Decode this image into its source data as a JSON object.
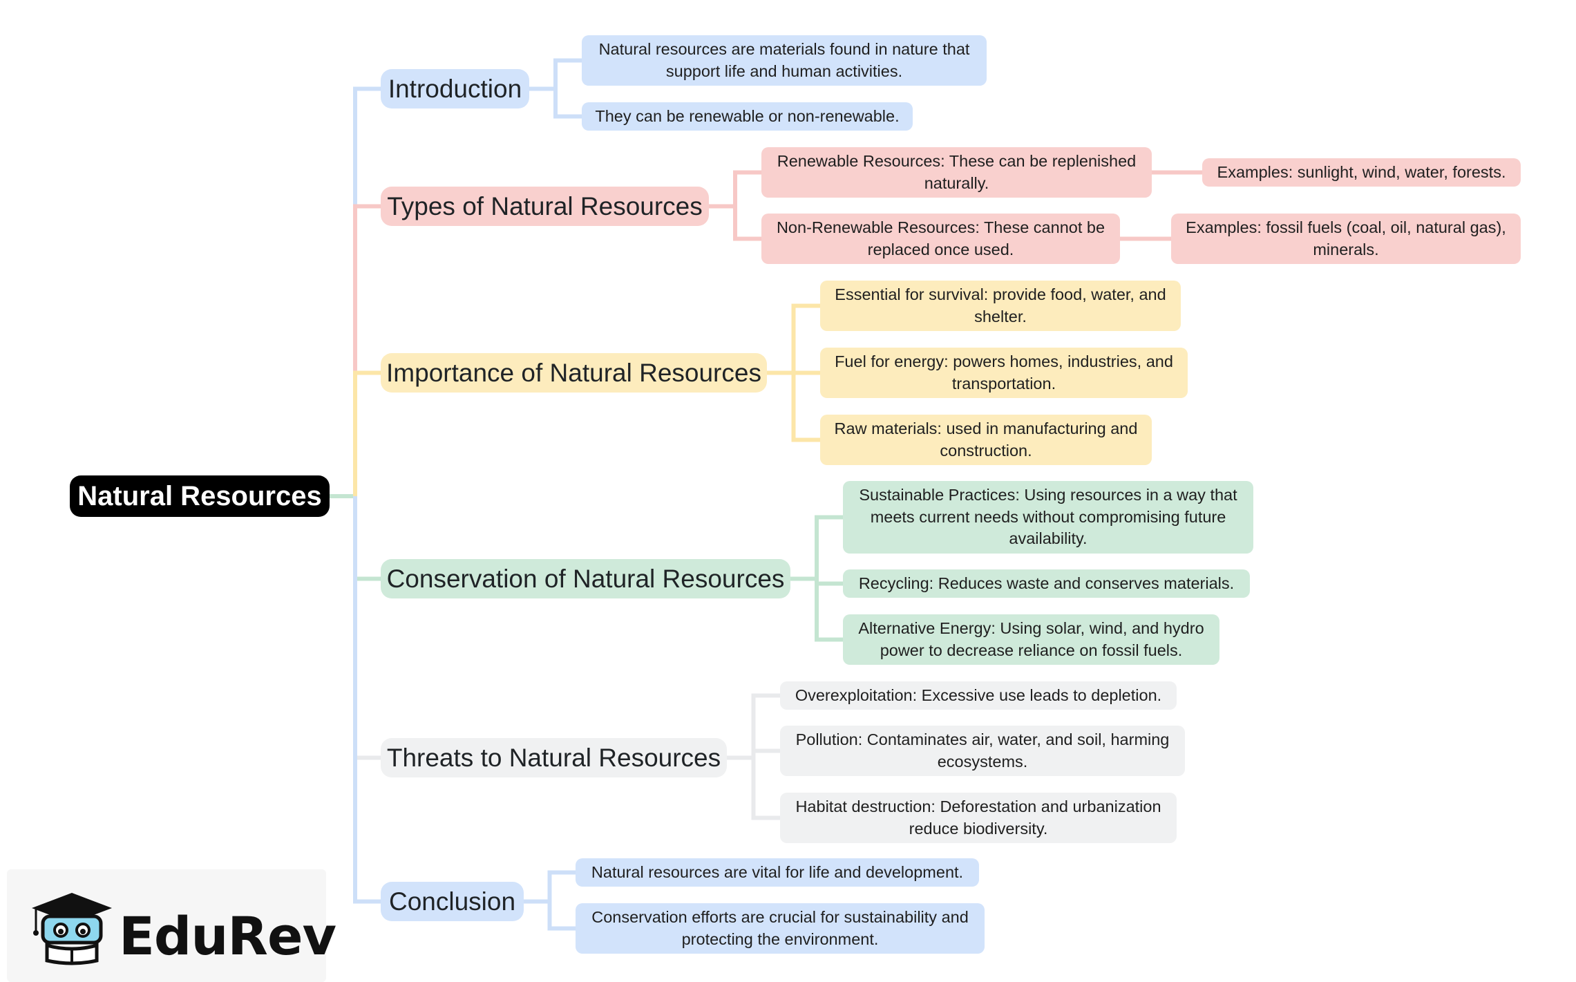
{
  "root": "Natural Resources",
  "topics": [
    {
      "id": "intro",
      "label": "Introduction",
      "color": "#cddff8",
      "items": [
        {
          "text": "Natural resources are materials found in nature that support life and human activities."
        },
        {
          "text": "They can be renewable or non-renewable."
        }
      ]
    },
    {
      "id": "types",
      "label": "Types of Natural Resources",
      "color": "#f7c8c6",
      "items": [
        {
          "text": "Renewable Resources: These can be replenished naturally.",
          "children": [
            {
              "text": "Examples: sunlight, wind, water, forests."
            }
          ]
        },
        {
          "text": "Non-Renewable Resources: These cannot be replaced once used.",
          "children": [
            {
              "text": "Examples: fossil fuels (coal, oil, natural gas), minerals."
            }
          ]
        }
      ]
    },
    {
      "id": "importance",
      "label": "Importance of Natural Resources",
      "color": "#fce6a8",
      "items": [
        {
          "text": "Essential for survival: provide food, water, and shelter."
        },
        {
          "text": "Fuel for energy: powers homes, industries, and transportation."
        },
        {
          "text": "Raw materials: used in manufacturing and construction."
        }
      ]
    },
    {
      "id": "conservation",
      "label": "Conservation of Natural Resources",
      "color": "#c4e5d1",
      "items": [
        {
          "text": "Sustainable Practices: Using resources in a way that meets current needs without compromising future availability."
        },
        {
          "text": "Recycling: Reduces waste and conserves materials."
        },
        {
          "text": "Alternative Energy: Using solar, wind, and hydro power to decrease reliance on fossil fuels."
        }
      ]
    },
    {
      "id": "threats",
      "label": "Threats to Natural Resources",
      "color": "#e9eaec",
      "items": [
        {
          "text": "Overexploitation: Excessive use leads to depletion."
        },
        {
          "text": "Pollution: Contaminates air, water, and soil, harming ecosystems."
        },
        {
          "text": "Habitat destruction: Deforestation and urbanization reduce biodiversity."
        }
      ]
    },
    {
      "id": "conclusion",
      "label": "Conclusion",
      "color": "#cddff8",
      "items": [
        {
          "text": "Natural resources are vital for life and development."
        },
        {
          "text": "Conservation efforts are crucial for sustainability and protecting the environment."
        }
      ]
    }
  ],
  "logo": {
    "text": "EduRev"
  }
}
